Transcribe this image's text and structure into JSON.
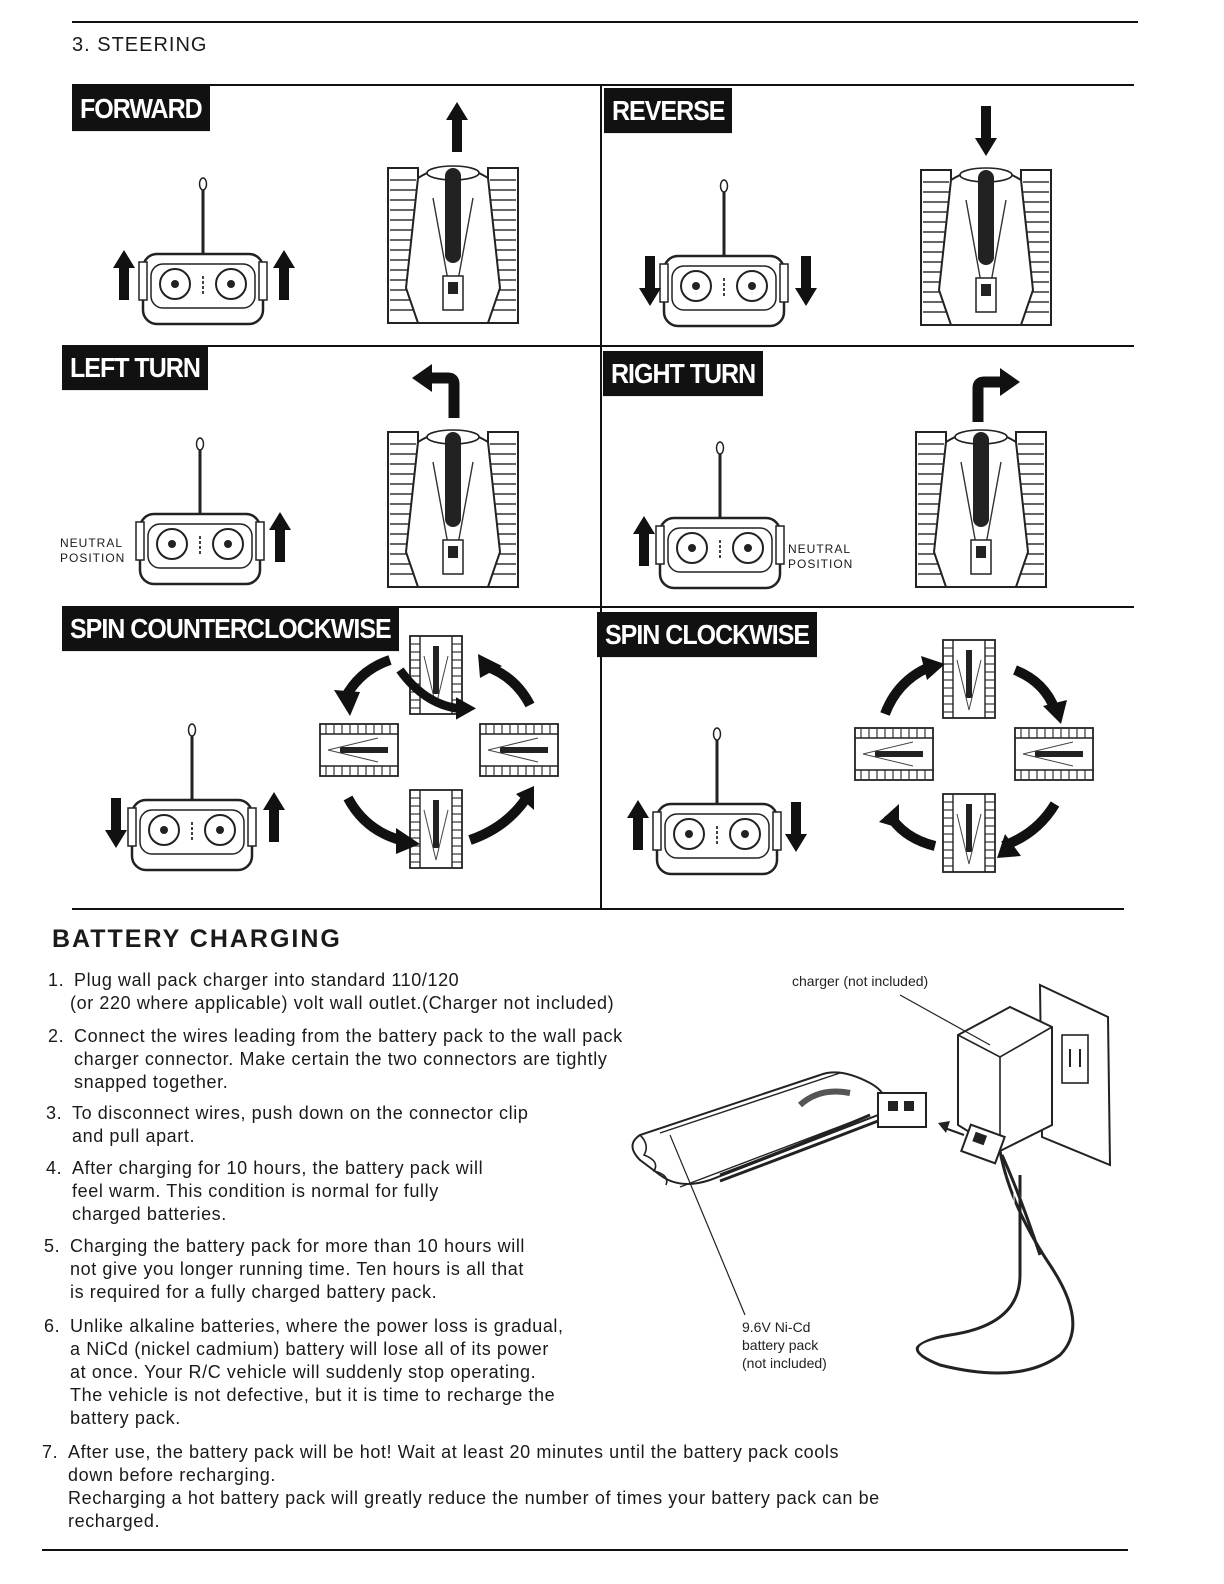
{
  "section_title": "3. STEERING",
  "panels": {
    "forward": "FORWARD",
    "reverse": "REVERSE",
    "left_turn": "LEFT TURN",
    "right_turn": "RIGHT TURN",
    "spin_ccw": "SPIN COUNTERCLOCKWISE",
    "spin_cw": "SPIN CLOCKWISE"
  },
  "neutral_position": [
    "NEUTRAL",
    "POSITION"
  ],
  "battery": {
    "title": "BATTERY CHARGING",
    "steps": [
      {
        "num": "1.",
        "lines": [
          "Plug wall pack charger into standard 110/120",
          "(or 220 where applicable) volt wall outlet.(Charger not included)"
        ]
      },
      {
        "num": "2.",
        "lines": [
          "Connect the wires leading from the battery pack to the wall pack",
          "charger connector. Make certain the two connectors are tightly",
          "snapped together."
        ]
      },
      {
        "num": "3.",
        "lines": [
          "To disconnect wires, push down on the connector clip",
          "and pull apart."
        ]
      },
      {
        "num": "4.",
        "lines": [
          "After charging for 10 hours, the battery pack will",
          "feel warm. This condition is normal for fully",
          "charged batteries."
        ]
      },
      {
        "num": "5.",
        "lines": [
          "Charging the battery pack for more than 10 hours will",
          "not give you longer running time. Ten hours is all that",
          "is required for a fully charged battery pack."
        ]
      },
      {
        "num": "6.",
        "lines": [
          "Unlike alkaline batteries, where the power loss is gradual,",
          "a NiCd (nickel cadmium) battery will lose all of its power",
          "at once. Your R/C vehicle will suddenly stop operating.",
          "The vehicle is not defective, but it is time to recharge the",
          "battery pack."
        ]
      },
      {
        "num": "7.",
        "lines": [
          "After use, the battery pack will be hot! Wait at least 20 minutes until the battery pack cools",
          "down before recharging.",
          "Recharging a hot battery pack will greatly reduce the number of times your battery pack can be",
          "recharged."
        ]
      }
    ],
    "charger_label": "charger (not included)",
    "battery_label": [
      "9.6V Ni-Cd",
      "battery pack",
      "(not included)"
    ]
  }
}
